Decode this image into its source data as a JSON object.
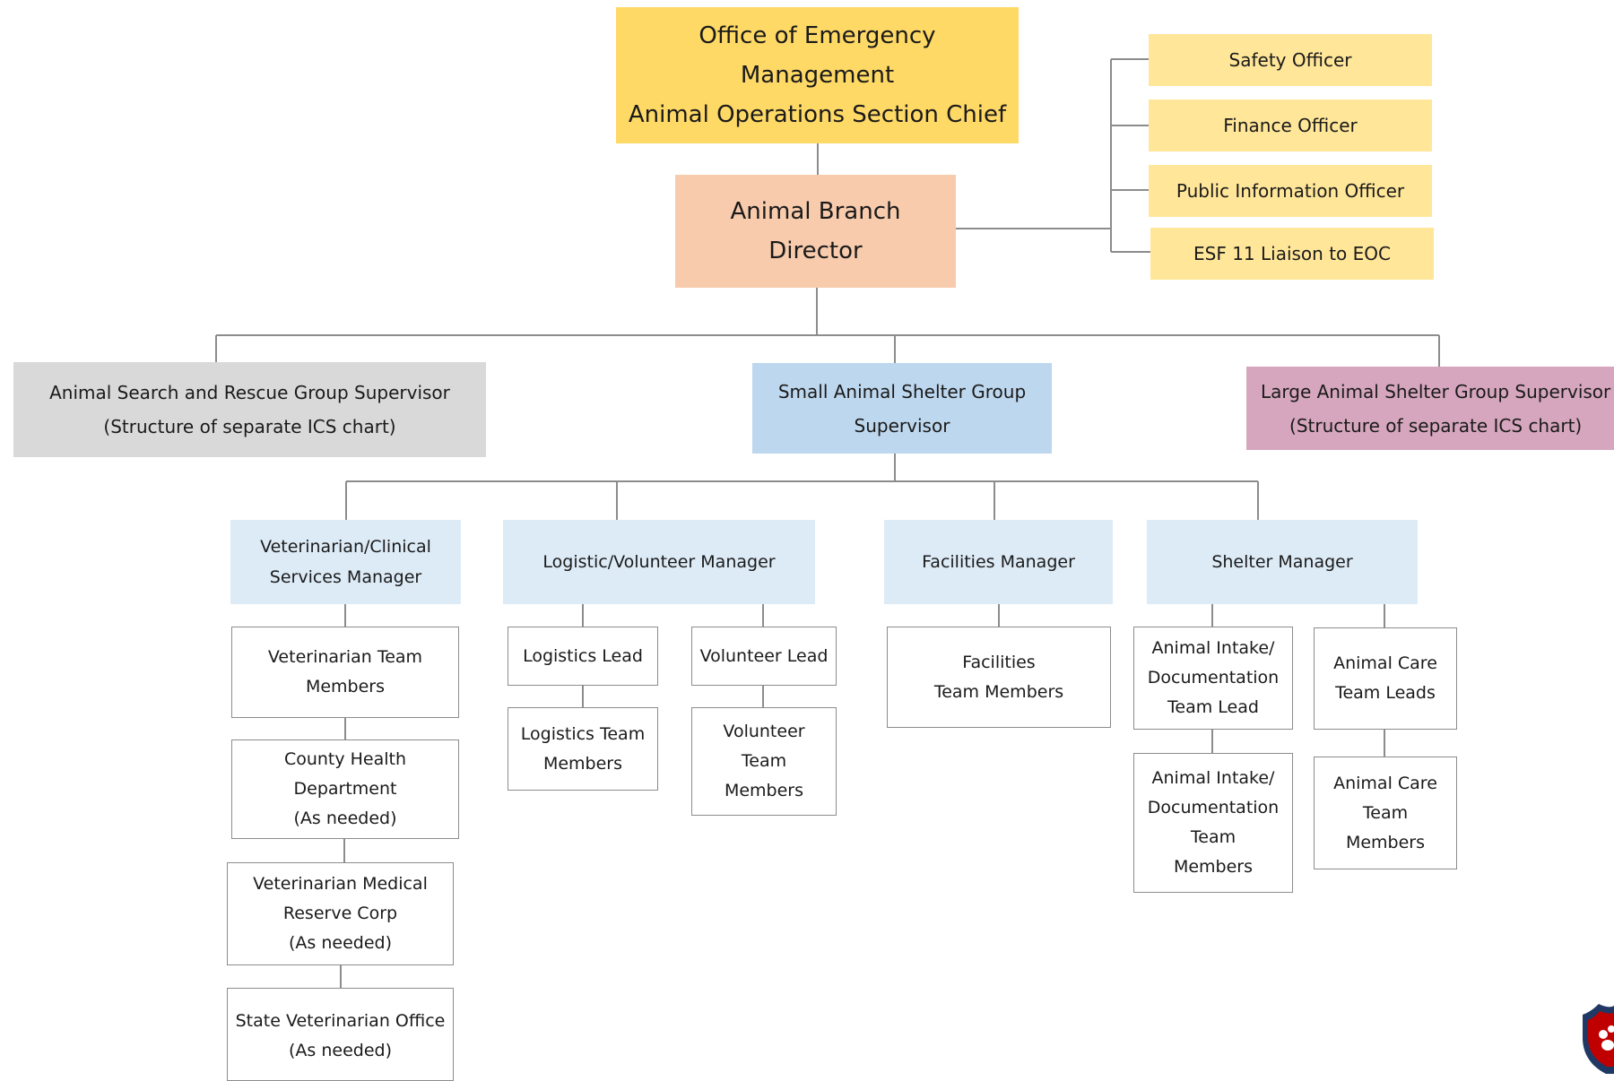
{
  "colors": {
    "ocm": "#ffd966",
    "branch_director": "#f8cbad",
    "staff_officers": "#ffe699",
    "search_rescue": "#d9d9d9",
    "small_shelter": "#bdd7ee",
    "large_shelter": "#d5a6bd",
    "managers": "#ddebf7",
    "team_boxes": "#ffffff",
    "connector": "#8c8c8c"
  },
  "chart": {
    "top": "Office of Emergency\nManagement\nAnimal Operations Section Chief",
    "branch_director": "Animal Branch\nDirector",
    "officers": [
      "Safety Officer",
      "Finance Officer",
      "Public Information Officer",
      "ESF 11 Liaison to EOC"
    ],
    "groups": {
      "search_rescue": "Animal Search and Rescue Group Supervisor\n(Structure of separate ICS chart)",
      "small_shelter": "Small Animal Shelter Group\nSupervisor",
      "large_shelter": "Large Animal Shelter Group Supervisor\n(Structure of separate ICS chart)"
    },
    "managers": {
      "vet": "Veterinarian/Clinical\nServices Manager",
      "logistic": "Logistic/Volunteer  Manager",
      "facilities": "Facilities Manager",
      "shelter": "Shelter  Manager"
    },
    "vet_chain": [
      "Veterinarian Team\nMembers",
      "County Health\nDepartment\n(As needed)",
      "Veterinarian Medical\nReserve Corp\n(As needed)",
      "State Veterinarian Office\n(As needed)"
    ],
    "logistics_lead": "Logistics Lead",
    "logistics_team": "Logistics Team\nMembers",
    "volunteer_lead": "Volunteer Lead",
    "volunteer_team": "Volunteer\nTeam\nMembers",
    "facilities_team": "Facilities\nTeam Members",
    "intake_lead": "Animal Intake/\nDocumentation\nTeam Lead",
    "intake_team": "Animal Intake/\nDocumentation\nTeam\nMembers",
    "care_leads": "Animal Care\nTeam Leads",
    "care_team": "Animal Care\nTeam\nMembers"
  },
  "logo": {
    "icon": "shield-paw-logo-icon",
    "colors": [
      "#1f3864",
      "#c00000"
    ]
  }
}
